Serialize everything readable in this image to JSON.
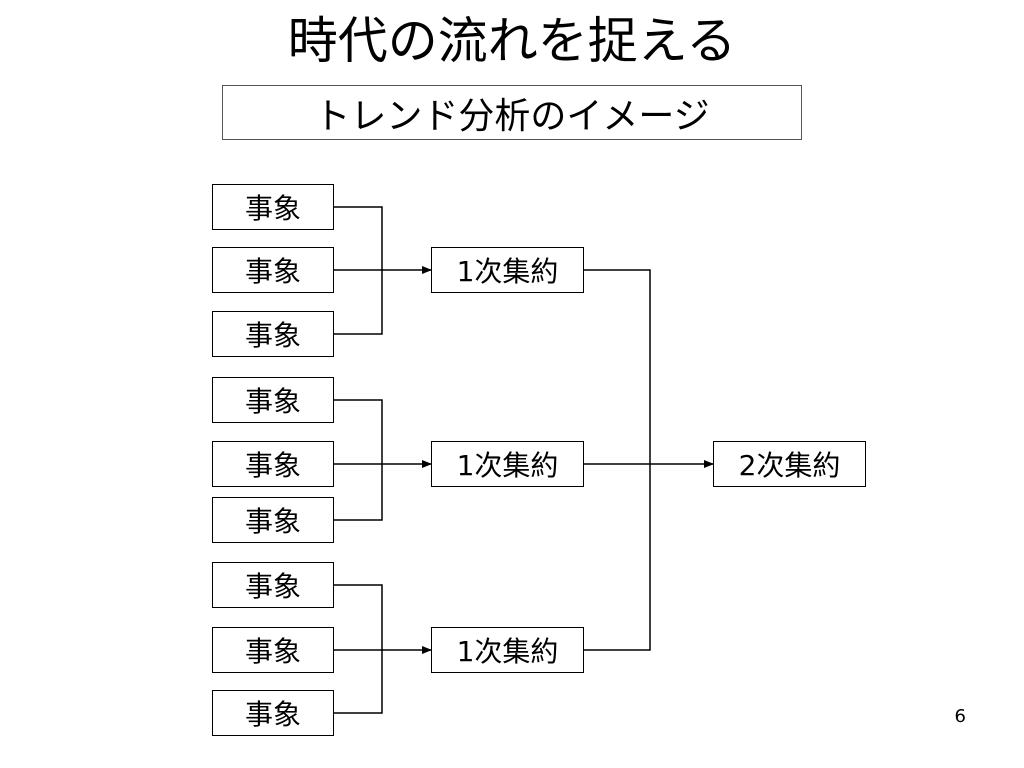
{
  "title": "時代の流れを捉える",
  "subtitle": "トレンド分析のイメージ",
  "groups": [
    {
      "events": [
        "事象",
        "事象",
        "事象"
      ],
      "primary": "1次集約"
    },
    {
      "events": [
        "事象",
        "事象",
        "事象"
      ],
      "primary": "1次集約"
    },
    {
      "events": [
        "事象",
        "事象",
        "事象"
      ],
      "primary": "1次集約"
    }
  ],
  "secondary": "2次集約",
  "page_number": "6"
}
